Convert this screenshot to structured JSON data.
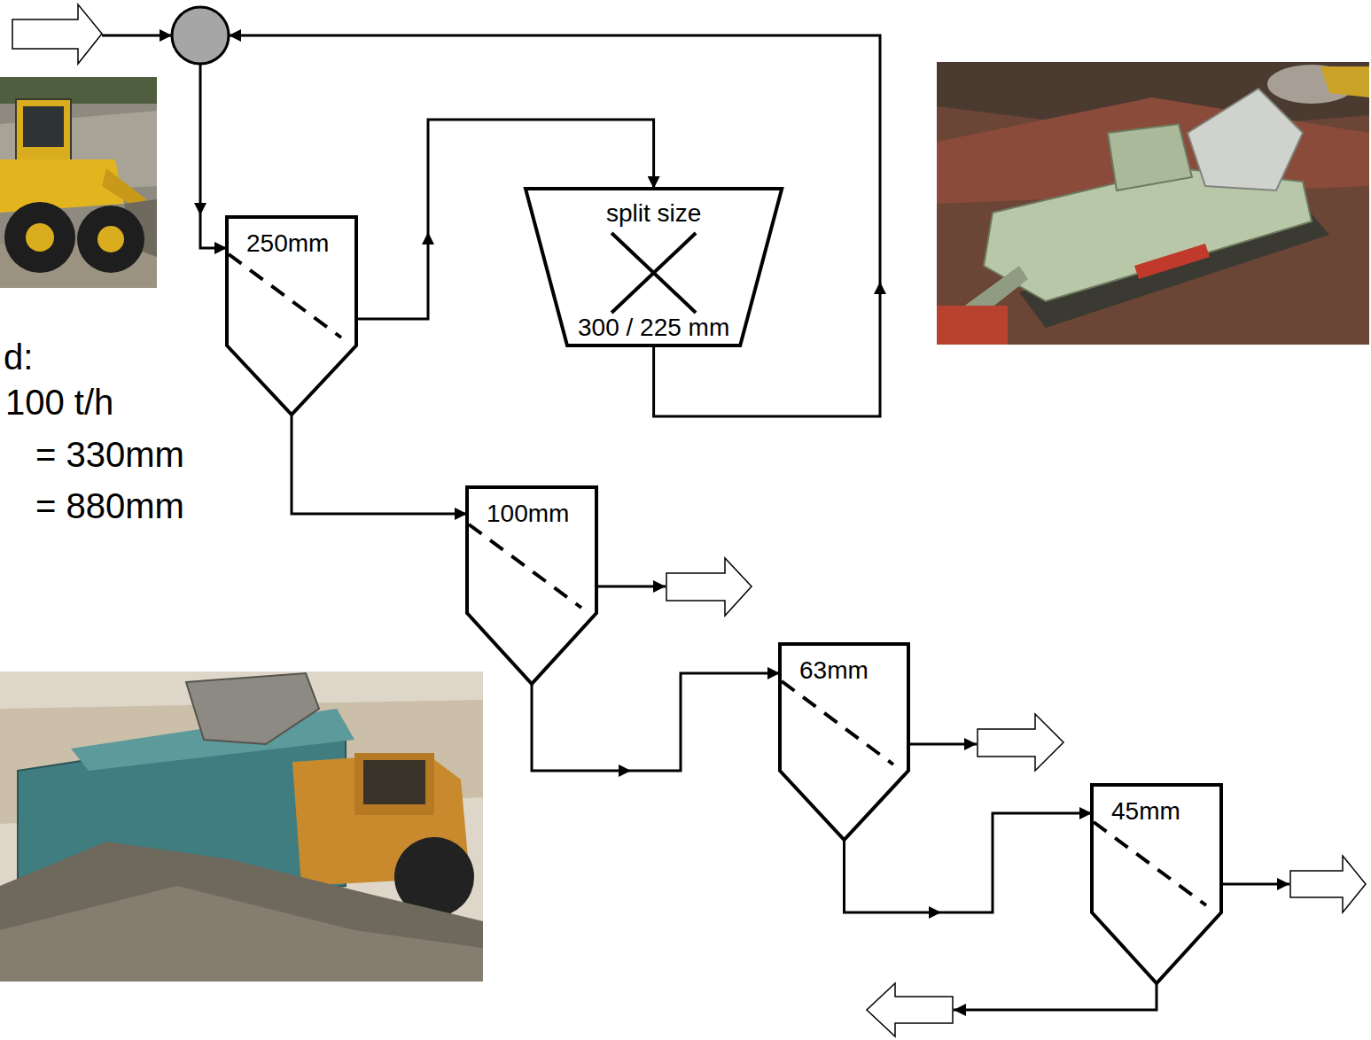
{
  "diagram": {
    "nodes": [
      {
        "text": [
          "250mm"
        ]
      },
      {
        "text": [
          "split size",
          "300 / 225 mm"
        ]
      },
      {
        "text": [
          "100mm"
        ]
      },
      {
        "text": [
          "63mm"
        ]
      },
      {
        "text": [
          "45mm"
        ]
      }
    ],
    "edges": [
      {
        "from": 0,
        "to": 1,
        "arrow": "to"
      },
      {
        "from": 1,
        "to": 0,
        "arrow": "to"
      },
      {
        "from": 0,
        "to": 2,
        "arrow": "to"
      },
      {
        "from": 2,
        "to": 3,
        "arrow": "to"
      },
      {
        "from": 3,
        "to": 4,
        "arrow": "to"
      }
    ],
    "labels": [
      "d:",
      "100 t/h",
      "= 330mm",
      "= 880mm"
    ]
  }
}
